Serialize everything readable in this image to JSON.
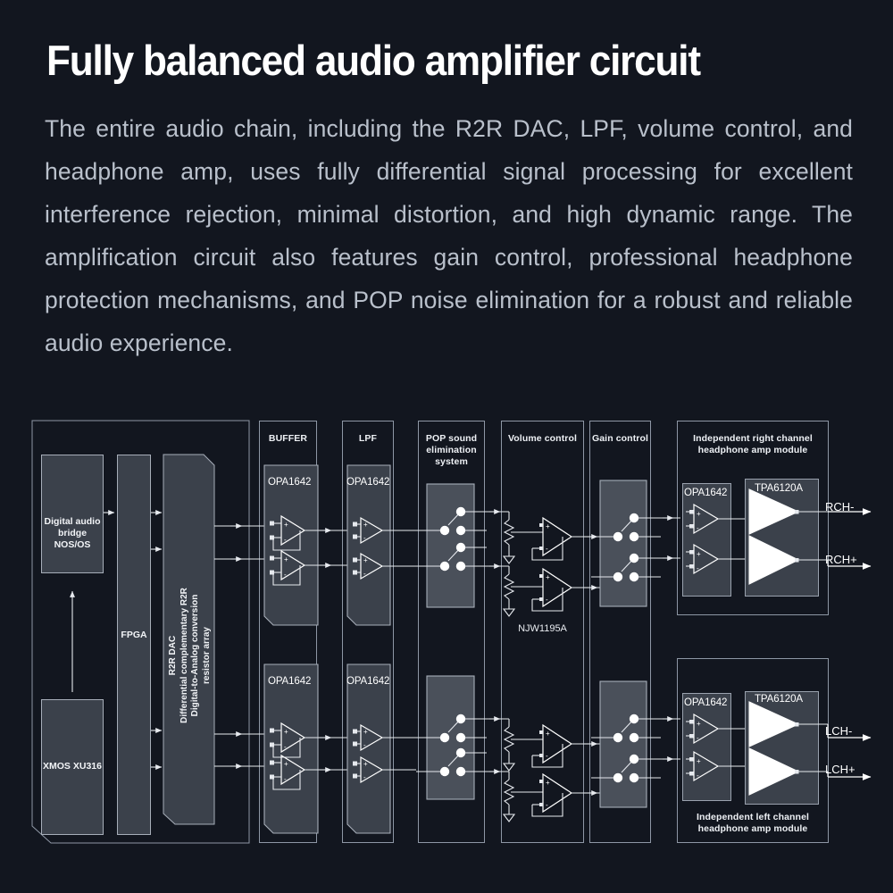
{
  "header": {
    "title": "Fully balanced audio amplifier circuit",
    "body": "The entire audio chain, including the R2R DAC, LPF, volume control, and headphone amp, uses fully differential signal processing for excellent interference rejection, minimal distortion, and high dynamic range. The amplification circuit also features gain control, professional headphone protection mechanisms, and POP noise elimination for a robust and reliable audio experience."
  },
  "colors": {
    "background": "#12161f",
    "panel_stroke": "#8e97a5",
    "block_fill": "#3b414b",
    "block_stroke": "#a7aeb9",
    "text_primary": "#ffffff",
    "text_body": "#b9c0cb",
    "signal_line": "#e6e9ee"
  },
  "diagram": {
    "type": "block-diagram",
    "stages": [
      {
        "id": "digital",
        "panel_title": "",
        "blocks": [
          {
            "id": "digital-audio-bridge",
            "label": "Digital audio\nbridge NOS/OS",
            "label_line1": "Digital audio",
            "label_line2": "bridge NOS/OS"
          },
          {
            "id": "xmos",
            "label": "XMOS XU316"
          },
          {
            "id": "fpga",
            "label": "FPGA"
          },
          {
            "id": "r2r-dac",
            "label": "R2R DAC\nDifferential complementary R2R\nDigital-to-Analog conversion\nresistor array",
            "label_line1": "R2R DAC",
            "label_line2": "Differential complementary R2R",
            "label_line3": "Digital-to-Analog conversion",
            "label_line4": "resistor array"
          }
        ]
      },
      {
        "id": "buffer",
        "panel_title": "BUFFER",
        "chips": [
          "OPA1642",
          "OPA1642"
        ]
      },
      {
        "id": "lpf",
        "panel_title": "LPF",
        "chips": [
          "OPA1642",
          "OPA1642"
        ]
      },
      {
        "id": "pop",
        "panel_title": "POP sound\nelimination system",
        "panel_title_line1": "POP sound",
        "panel_title_line2": "elimination system",
        "chips": []
      },
      {
        "id": "volume",
        "panel_title": "Volume control",
        "chips": [
          "NJW1195A"
        ],
        "inline_label": "NJW1195A"
      },
      {
        "id": "gain",
        "panel_title": "Gain control",
        "chips": []
      },
      {
        "id": "right-amp",
        "panel_title": "Independent right channel\nheadphone amp module",
        "panel_title_line1": "Independent right channel",
        "panel_title_line2": "headphone amp module",
        "chips": [
          "OPA1642",
          "TPA6120A"
        ],
        "outputs": [
          "RCH-",
          "RCH+"
        ]
      },
      {
        "id": "left-amp",
        "panel_title": "Independent left channel\nheadphone amp module",
        "panel_title_line1": "Independent left channel",
        "panel_title_line2": "headphone amp module",
        "chips": [
          "OPA1642",
          "TPA6120A"
        ],
        "outputs": [
          "LCH-",
          "LCH+"
        ]
      }
    ],
    "outputs": [
      {
        "id": "rch-minus",
        "label": "RCH-"
      },
      {
        "id": "rch-plus",
        "label": "RCH+"
      },
      {
        "id": "lch-minus",
        "label": "LCH-"
      },
      {
        "id": "lch-plus",
        "label": "LCH+"
      }
    ]
  }
}
